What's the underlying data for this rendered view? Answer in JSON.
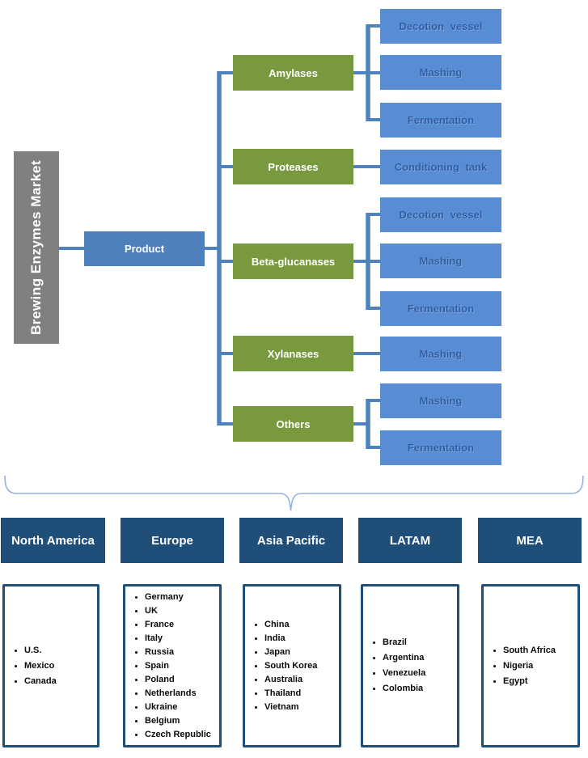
{
  "diagram_title": "Brewing Enzymes Market",
  "root": {
    "label": "Brewing Enzymes Market"
  },
  "product": {
    "label": "Product"
  },
  "tree": {
    "parents": [
      {
        "label": "Amylases",
        "children": [
          "Decotion vessel",
          "Mashing",
          "Fermentation"
        ]
      },
      {
        "label": "Proteases",
        "children": [
          "Conditioning tank"
        ]
      },
      {
        "label": "Beta-glucanases",
        "children": [
          "Decotion vessel",
          "Mashing",
          "Fermentation"
        ]
      },
      {
        "label": "Xylanases",
        "children": [
          "Mashing"
        ]
      },
      {
        "label": "Others",
        "children": [
          "Mashing",
          "Fermentation"
        ]
      }
    ]
  },
  "regions": [
    {
      "label": "North America",
      "countries": [
        "U.S.",
        "Mexico",
        "Canada"
      ]
    },
    {
      "label": "Europe",
      "countries": [
        "Germany",
        "UK",
        "France",
        "Italy",
        "Russia",
        "Spain",
        "Poland",
        "Netherlands",
        "Ukraine",
        "Belgium",
        "Czech Republic"
      ]
    },
    {
      "label": "Asia Pacific",
      "countries": [
        "China",
        "India",
        "Japan",
        "South Korea",
        "Australia",
        "Thailand",
        "Vietnam"
      ]
    },
    {
      "label": "LATAM",
      "countries": [
        "Brazil",
        "Argentina",
        "Venezuela",
        "Colombia"
      ]
    },
    {
      "label": "MEA",
      "countries": [
        "South Africa",
        "Nigeria",
        "Egypt"
      ]
    }
  ],
  "colors": {
    "root_gray": "#808080",
    "product_blue": "#4E80BC",
    "parent_green": "#79993E",
    "child_blue": "#588CD3",
    "child_text": "#2E5DA6",
    "region_navy": "#1F4E79",
    "connector": "#4F81BD",
    "brace": "#94B2D8"
  }
}
